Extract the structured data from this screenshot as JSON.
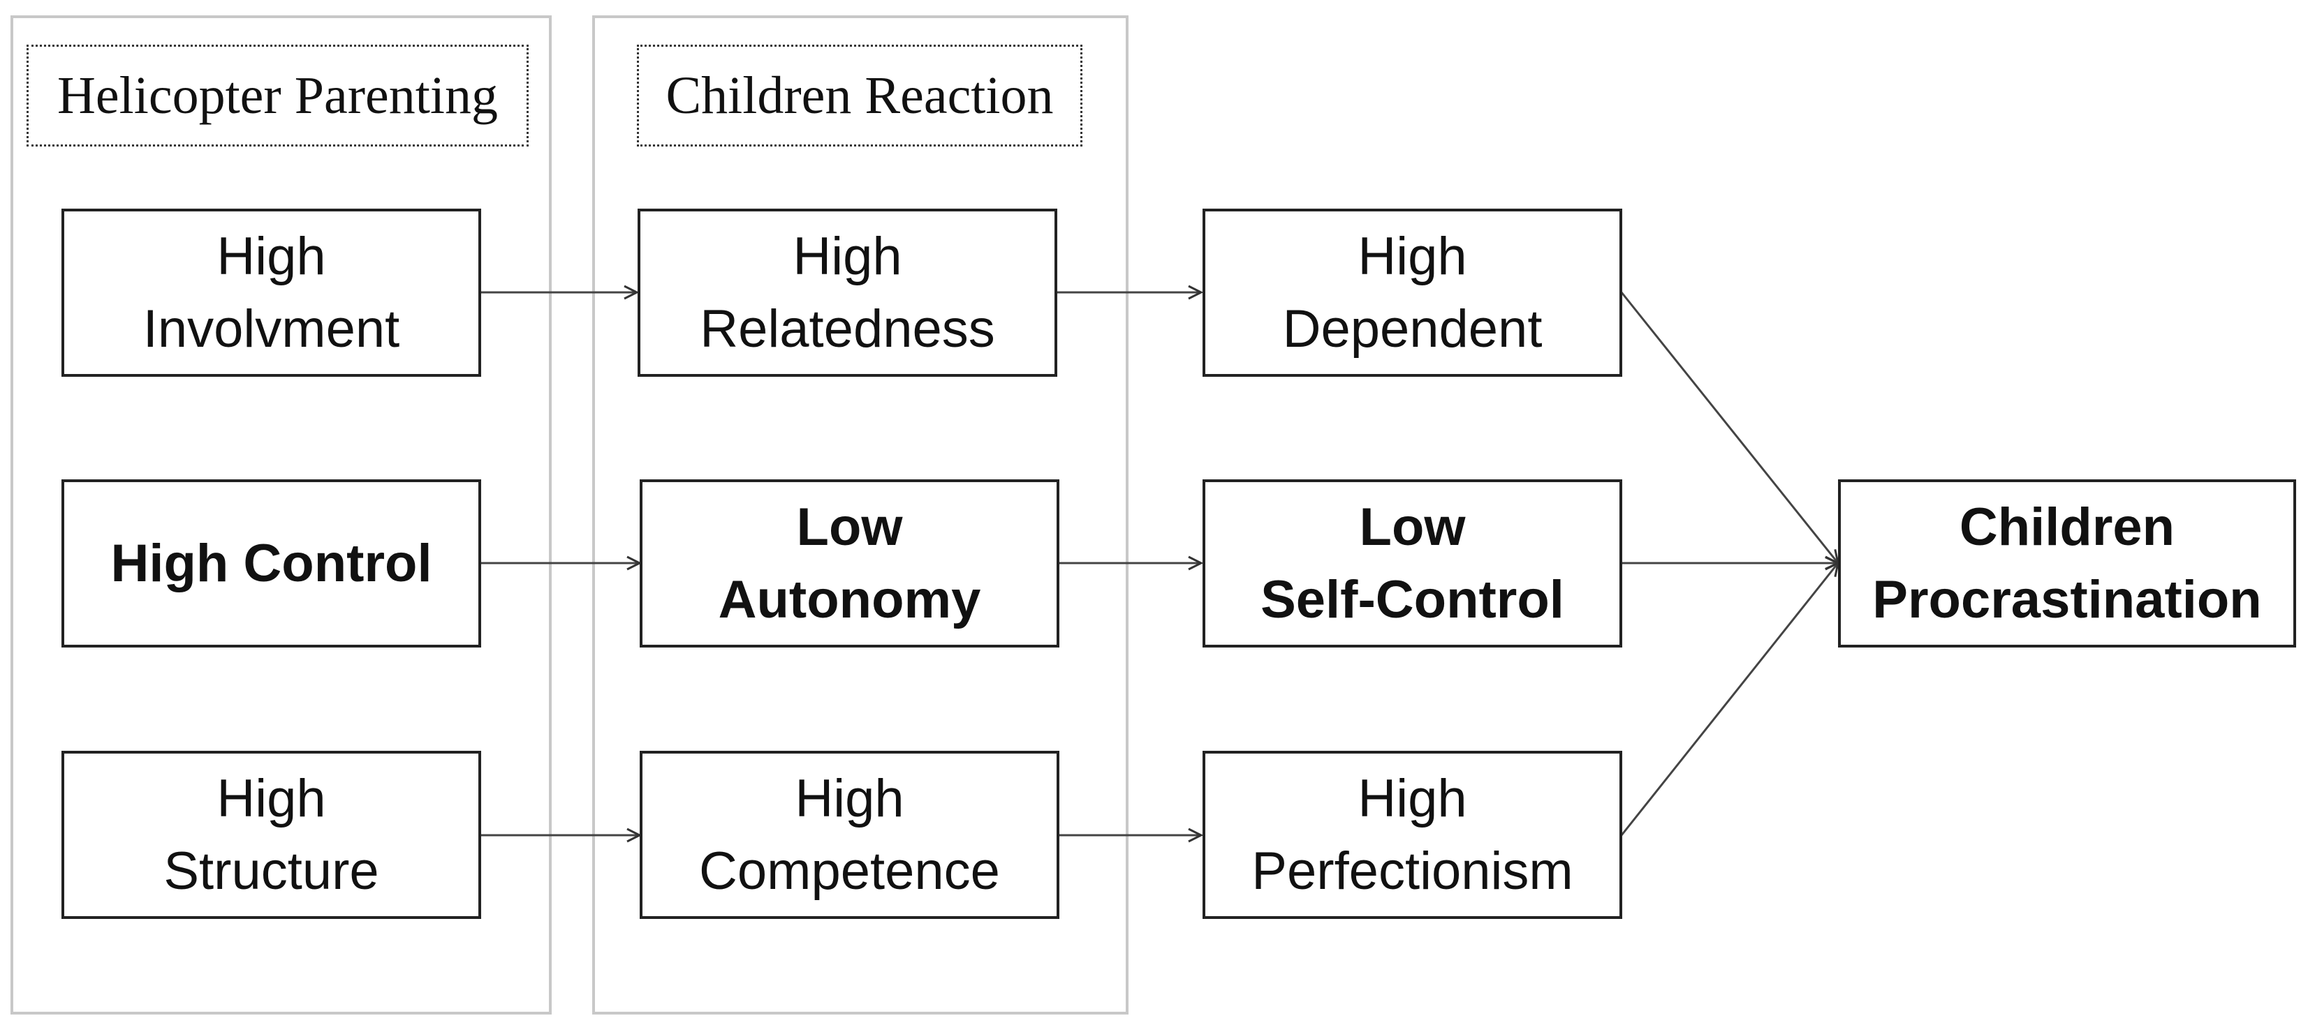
{
  "panels": {
    "helicopter_parenting": {
      "label": "Helicopter Parenting"
    },
    "children_reaction": {
      "label": "Children Reaction"
    }
  },
  "nodes": {
    "high_involvment": {
      "line1": "High",
      "line2": "Involvment"
    },
    "high_control": {
      "line1": "High Control"
    },
    "high_structure": {
      "line1": "High",
      "line2": "Structure"
    },
    "high_relatedness": {
      "line1": "High",
      "line2": "Relatedness"
    },
    "low_autonomy": {
      "line1": "Low",
      "line2": "Autonomy"
    },
    "high_competence": {
      "line1": "High",
      "line2": "Competence"
    },
    "high_dependent": {
      "line1": "High",
      "line2": "Dependent"
    },
    "low_self_control": {
      "line1": "Low",
      "line2": "Self-Control"
    },
    "high_perfectionism": {
      "line1": "High",
      "line2": "Perfectionism"
    },
    "children_procrastination": {
      "line1": "Children",
      "line2": "Procrastination"
    }
  },
  "edges": [
    {
      "from": "high_involvment",
      "to": "high_relatedness"
    },
    {
      "from": "high_control",
      "to": "low_autonomy"
    },
    {
      "from": "high_structure",
      "to": "high_competence"
    },
    {
      "from": "high_relatedness",
      "to": "high_dependent"
    },
    {
      "from": "low_autonomy",
      "to": "low_self_control"
    },
    {
      "from": "high_competence",
      "to": "high_perfectionism"
    },
    {
      "from": "high_dependent",
      "to": "children_procrastination"
    },
    {
      "from": "low_self_control",
      "to": "children_procrastination"
    },
    {
      "from": "high_perfectionism",
      "to": "children_procrastination"
    }
  ]
}
